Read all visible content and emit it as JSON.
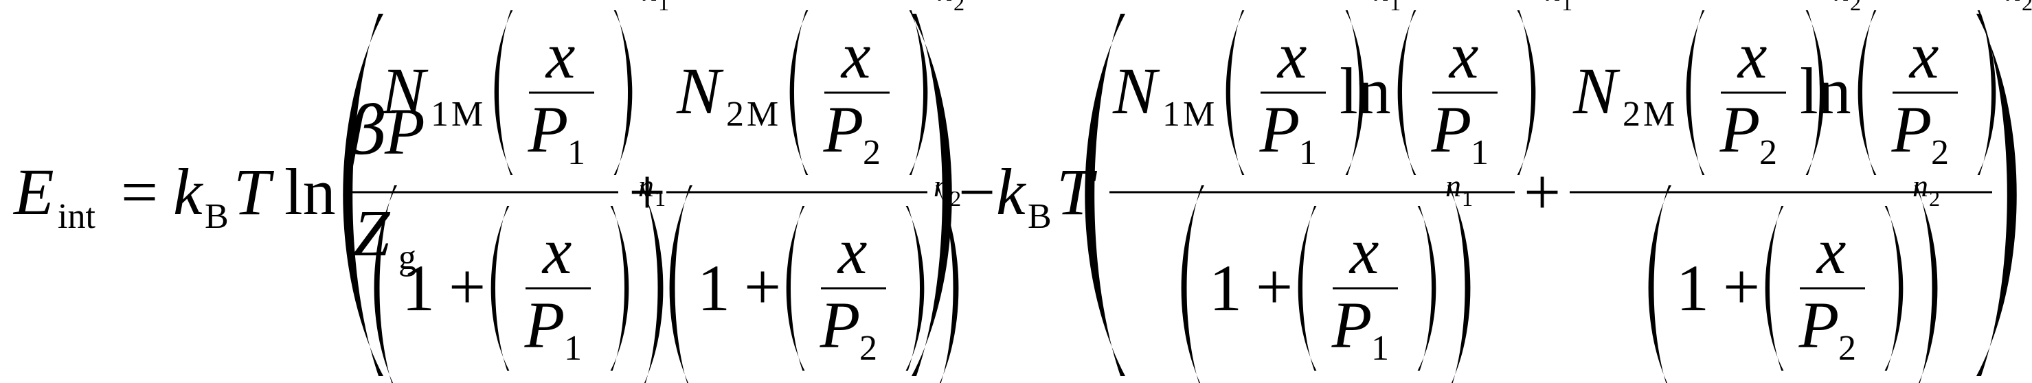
{
  "equation": {
    "lhs": {
      "main": "E",
      "sub": "int"
    },
    "eq": "=",
    "kB": {
      "k": "k",
      "sub": "B",
      "T": "T"
    },
    "ln": "ln",
    "prefactor": {
      "num_beta": "β",
      "num_P": "P",
      "den_Z": "Z",
      "den_sub": "g"
    },
    "plus": "+",
    "minus": "−",
    "one": "1",
    "x": "x",
    "P": "P",
    "sub1": "1",
    "sub2": "2",
    "N": "N",
    "M": "M",
    "exp_n": "n"
  },
  "colors": {
    "ink": "#000000",
    "background": "#ffffff"
  }
}
